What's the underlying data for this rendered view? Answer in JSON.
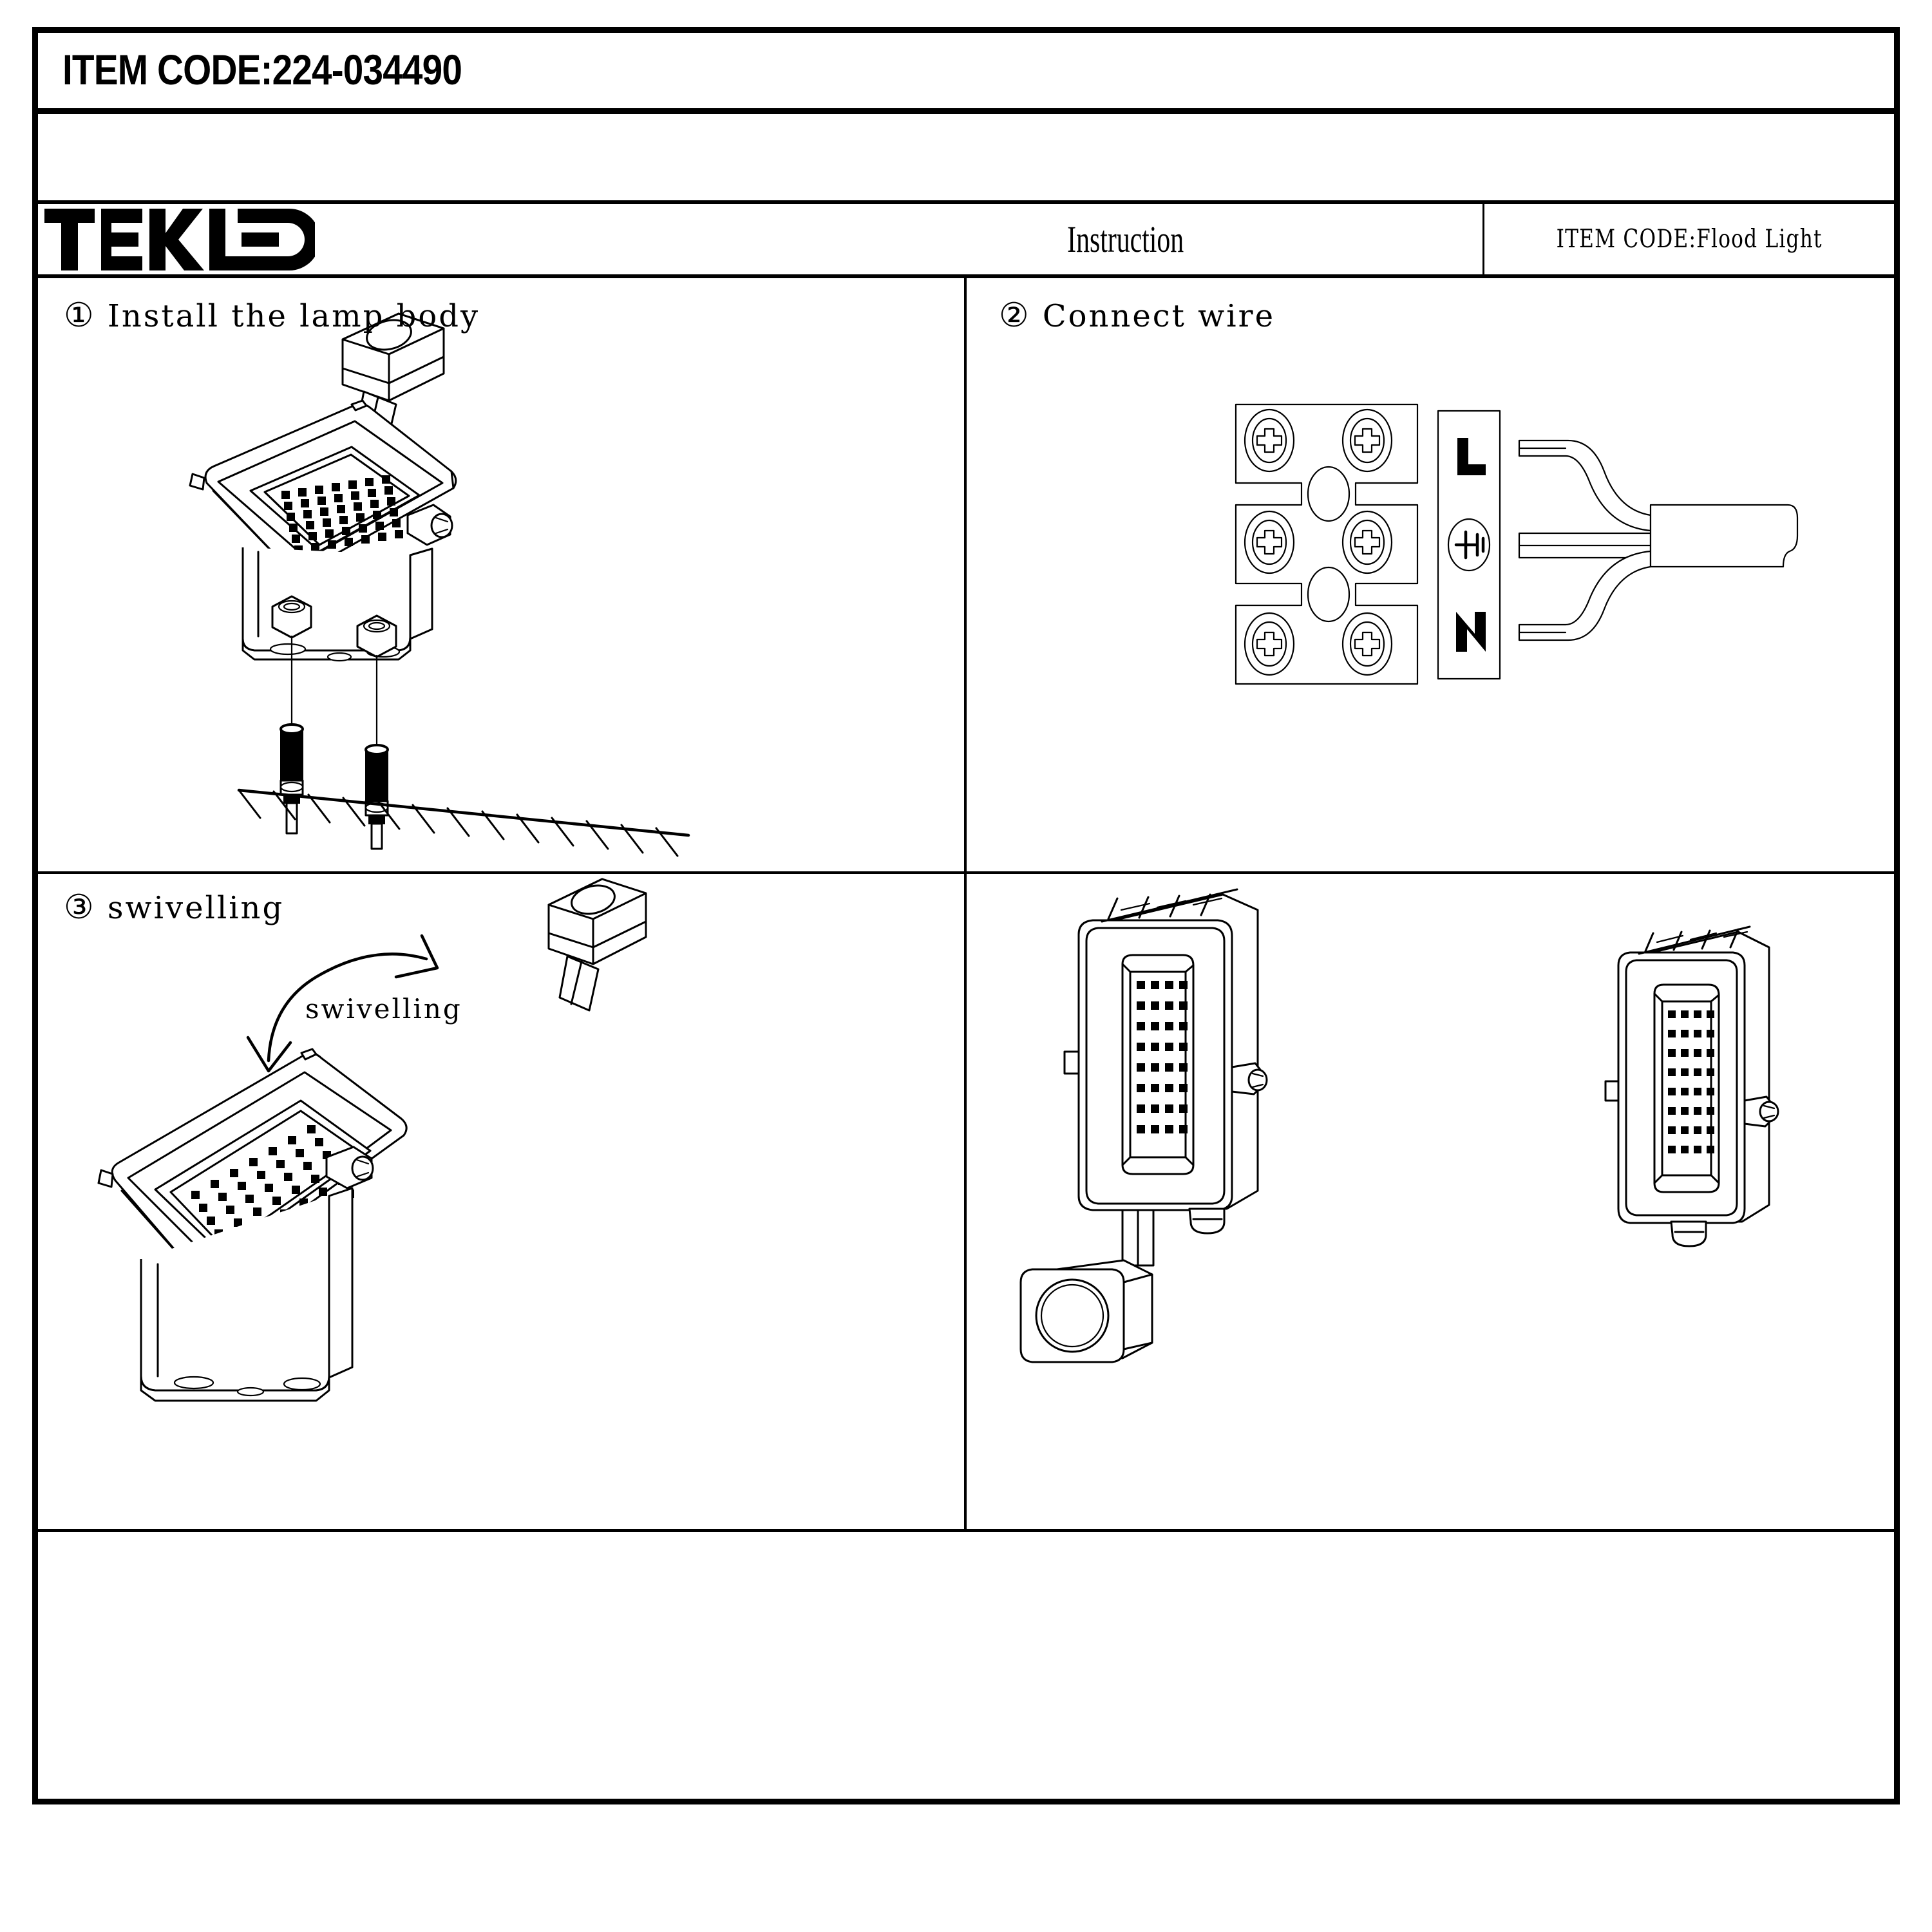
{
  "document": {
    "item_code_line": "ITEM CODE:224-034490",
    "brand_logo": "TEKLED",
    "header_title": "Instruction",
    "header_item_code": "ITEM CODE:Flood Light"
  },
  "steps": [
    {
      "number": "①",
      "label": "Install the lamp body"
    },
    {
      "number": "②",
      "label": "Connect wire"
    },
    {
      "number": "③",
      "label": "swivelling"
    }
  ],
  "annotations": {
    "swivelling_arrow_label": "swivelling"
  },
  "wiring": {
    "terminal_labels": {
      "live": "L",
      "earth": "earth-symbol",
      "neutral": "N"
    },
    "screw_count": 6,
    "wire_count": 3
  },
  "icons": {
    "step_circle_1": "circled-number-one",
    "step_circle_2": "circled-number-two",
    "step_circle_3": "circled-number-three",
    "arrow": "curved-swivel-arrow",
    "screw": "phillips-screw-icon"
  }
}
